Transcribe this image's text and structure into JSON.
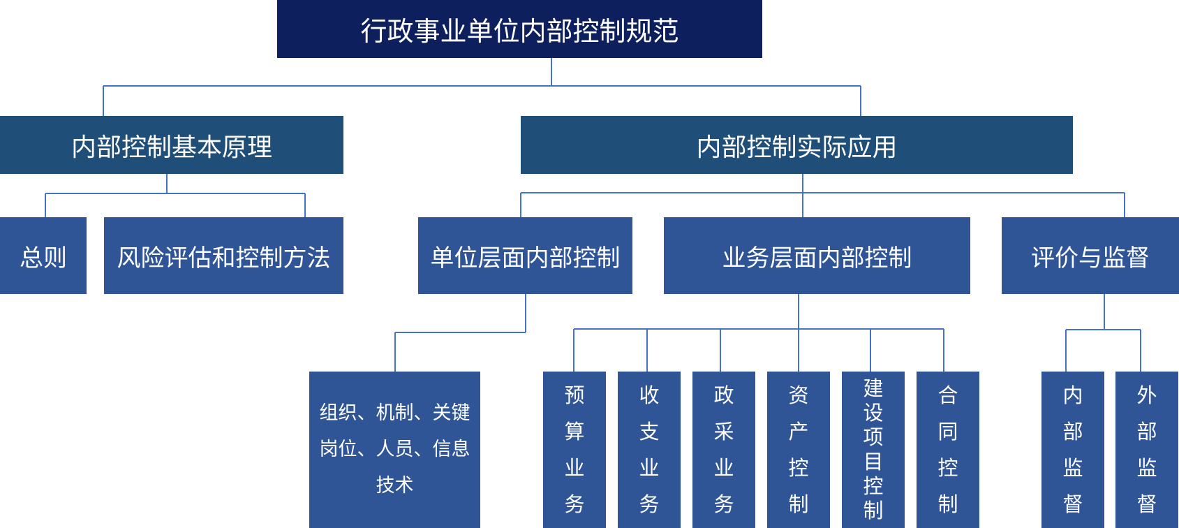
{
  "root": "行政事业单位内部控制规范",
  "level1": {
    "principles": "内部控制基本原理",
    "application": "内部控制实际应用"
  },
  "level2": {
    "general": "总则",
    "risk": "风险评估和控制方法",
    "unit": "单位层面内部控制",
    "business": "业务层面内部控制",
    "evaluation": "评价与监督"
  },
  "level3": {
    "unit_detail": "组织、机制、关键岗位、人员、信息技术",
    "budget": "预算业务",
    "income_expense": "收支业务",
    "procurement": "政采业务",
    "assets": "资产控制",
    "construction": "建设项目控制",
    "contract": "合同控制",
    "internal_supervision": "内部监督",
    "external_supervision": "外部监督"
  },
  "colors": {
    "root": "#0e1f5e",
    "level1": "#1f4e79",
    "level2": "#2f5597",
    "connector": "#4472c4"
  }
}
